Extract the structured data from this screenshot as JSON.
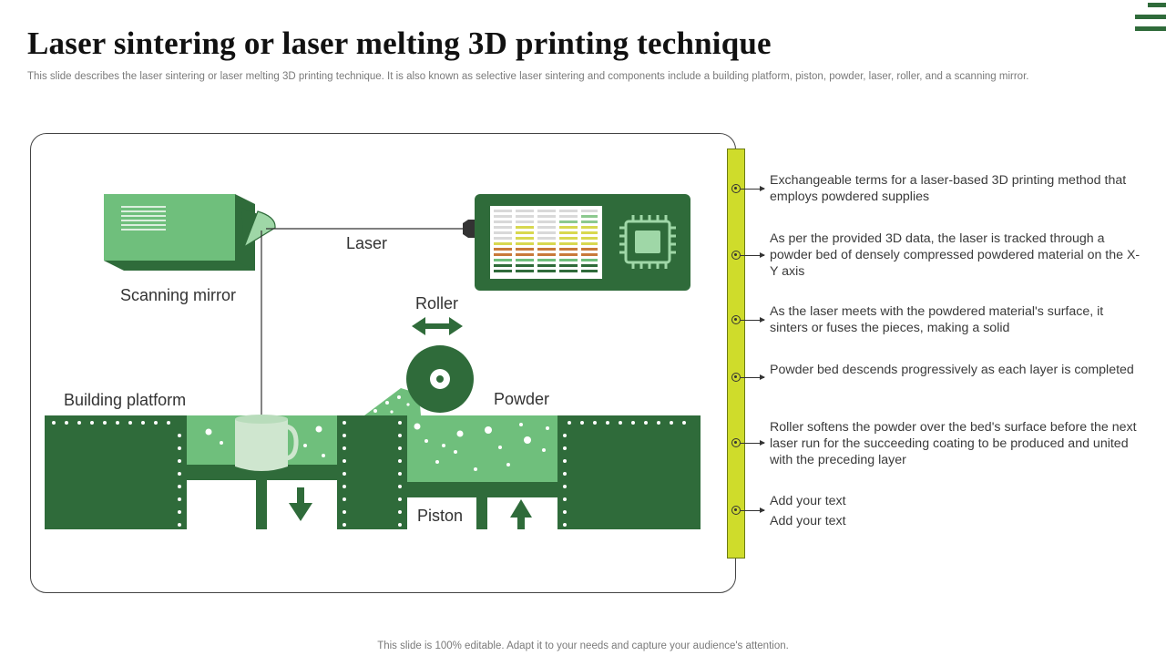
{
  "title": "Laser sintering or laser melting 3D printing technique",
  "subtitle": "This slide describes the laser sintering or laser melting 3D printing technique. It is also known as selective laser sintering and components include a building platform, piston, powder, laser, roller, and a scanning mirror.",
  "diagram": {
    "labels": {
      "laser": "Laser",
      "scanning_mirror": "Scanning mirror",
      "roller": "Roller",
      "building_platform": "Building platform",
      "powder": "Powder",
      "piston": "Piston"
    },
    "colors": {
      "dark_green": "#2f6b3a",
      "medium_green": "#5fa368",
      "light_green": "#6fbf7c",
      "pale_green": "#cfe6cf",
      "timeline_yellow": "#cfdc2b"
    },
    "icons": [
      "scanning-mirror-icon",
      "laser-controller-icon",
      "chip-icon",
      "roller-icon",
      "cup-icon",
      "down-arrow-icon",
      "up-arrow-icon",
      "double-arrow-icon"
    ]
  },
  "steps": [
    "Exchangeable terms for a laser-based 3D printing method that employs powdered supplies",
    "As per the provided 3D data, the laser is tracked through a powder bed of densely compressed powdered material on the X-Y axis",
    "As the laser meets with the powdered material's surface, it sinters or fuses the pieces, making a solid",
    "Powder bed descends progressively as each layer is completed",
    "Roller softens the powder over the bed's surface before the next laser run for the succeeding coating to be produced and united with the preceding layer",
    "Add your text",
    "Add your text"
  ],
  "footer": "This slide is 100% editable. Adapt it to your needs and capture your audience's attention."
}
